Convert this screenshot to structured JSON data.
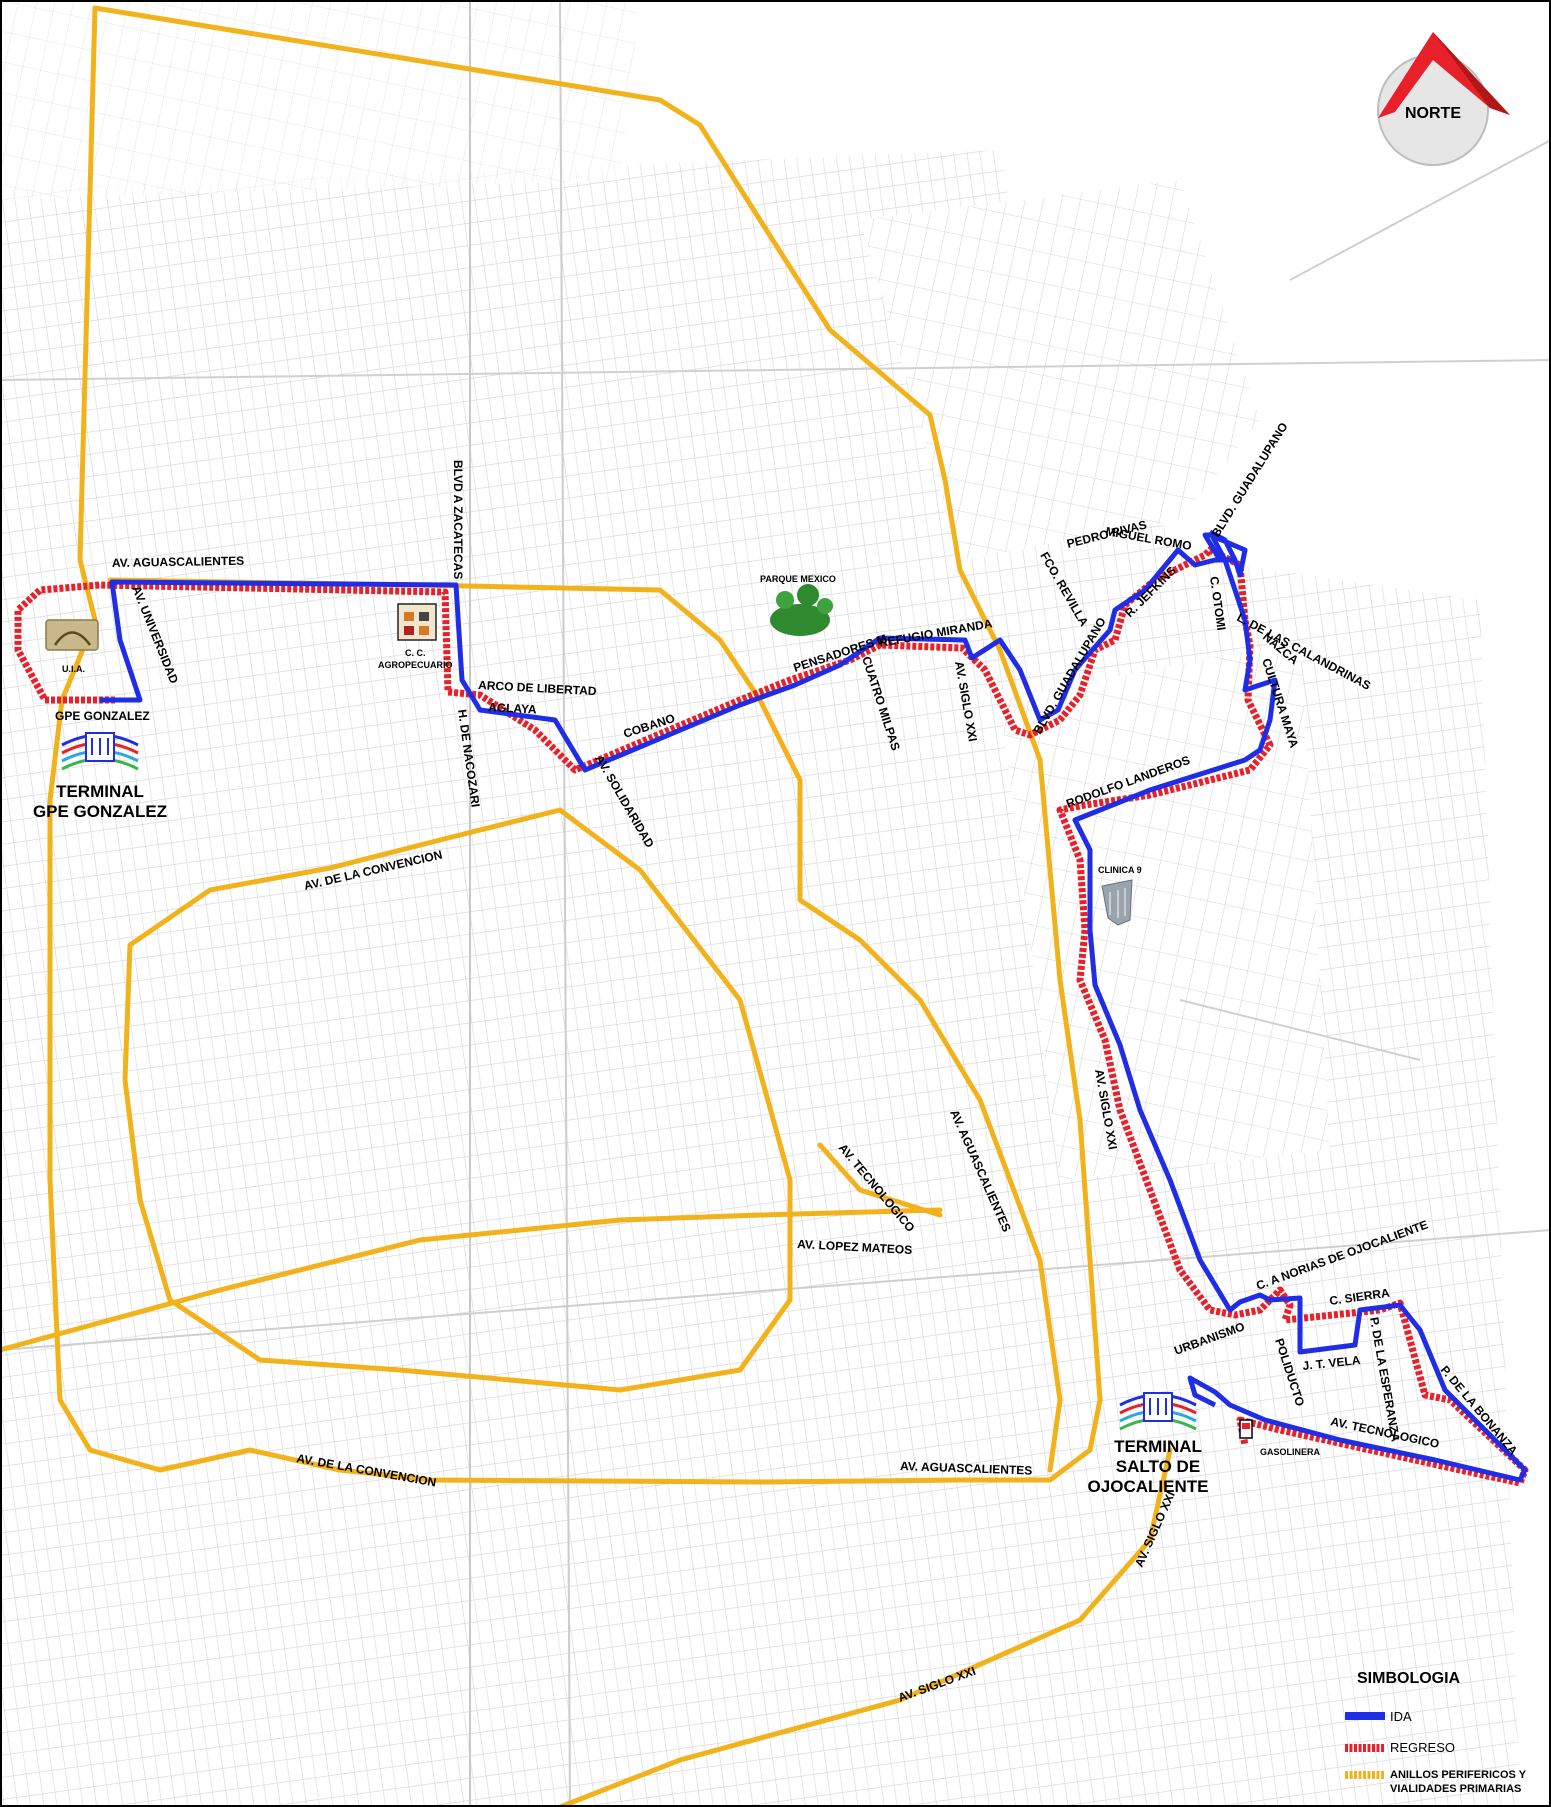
{
  "north": {
    "label": "NORTE"
  },
  "colors": {
    "ida": "#1f2ee6",
    "regreso": "#e8202a",
    "primary_roads": "#f2b21b",
    "streets": "#cfcfcf",
    "background": "#ffffff"
  },
  "terminals": {
    "west": {
      "line1": "TERMINAL",
      "line2": "GPE GONZALEZ"
    },
    "east": {
      "line1": "TERMINAL",
      "line2": "SALTO DE",
      "line3": "OJOCALIENTE"
    }
  },
  "pois": {
    "uaa": "U.I.A.",
    "cc_line1": "C. C.",
    "cc_line2": "AGROPECUARIO",
    "parque": "PARQUE MEXICO",
    "clinica": "CLINICA 9",
    "gasolinera": "GASOLINERA"
  },
  "streets": {
    "av_aguascalientes_n": "AV. AGUASCALIENTES",
    "av_universidad": "AV. UNIVERSIDAD",
    "gpe_gonzalez": "GPE GONZALEZ",
    "blvd_zacatecas": "BLVD A ZACATECAS",
    "arco_libertad": "ARCO DE LIBERTAD",
    "aglaya": "AGLAYA",
    "h_nacozari": "H. DE NACOZARI",
    "av_solidaridad": "AV. SOLIDARIDAD",
    "cobano": "COBANO",
    "pensadores": "PENSADORES M.",
    "refugio_miranda": "REFUGIO MIRANDA",
    "cuatro_milpas": "CUATRO MILPAS",
    "av_siglo_xxi_n": "AV. SIGLO XXI",
    "blvd_guadalupano_1": "BLVD. GUADALUPANO",
    "blvd_guadalupano_2": "BLVD. GUADALUPANO",
    "fco_revilla": "FCO. REVILLA",
    "pedro_rivas": "PEDRO RIVAS",
    "miguel_romo": "MIGUEL ROMO",
    "r_jefkins": "R. JEFKINS",
    "c_otomi": "C. OTOMI",
    "calandrinas": "L. DE LAS CALANDRINAS",
    "nazca": "NAZCA",
    "cultura_maya": "CULTURA MAYA",
    "rodolfo_landeros": "RODOLFO LANDEROS",
    "av_convencion_n": "AV. DE LA CONVENCION",
    "av_convencion_s": "AV. DE LA CONVENCION",
    "av_siglo_xxi_c": "AV. SIGLO XXI",
    "av_aguascalientes_e": "AV. AGUASCALIENTES",
    "av_tecnologico_c": "AV. TECNOLOGICO",
    "av_lopez_mateos": "AV. LOPEZ MATEOS",
    "c_norias": "C. A NORIAS DE OJOCALIENTE",
    "c_sierra": "C. SIERRA",
    "urbanismo": "URBANISMO",
    "poliducto": "POLIDUCTO",
    "jt_vela": "J. T. VELA",
    "p_esperanza": "P. DE LA ESPERANZA",
    "p_bonanza": "P. DE LA BONANZA",
    "av_tecnologico_e": "AV. TECNOLOGICO",
    "av_aguascalientes_s": "AV. AGUASCALIENTES",
    "av_siglo_xxi_s": "AV. SIGLO XXI",
    "av_siglo_xxi_sw": "AV. SIGLO XXI"
  },
  "legend": {
    "title": "SIMBOLOGIA",
    "ida": "IDA",
    "regreso": "REGRESO",
    "primary_line1": "ANILLOS PERIFERICOS Y",
    "primary_line2": "VIALIDADES PRIMARIAS"
  }
}
